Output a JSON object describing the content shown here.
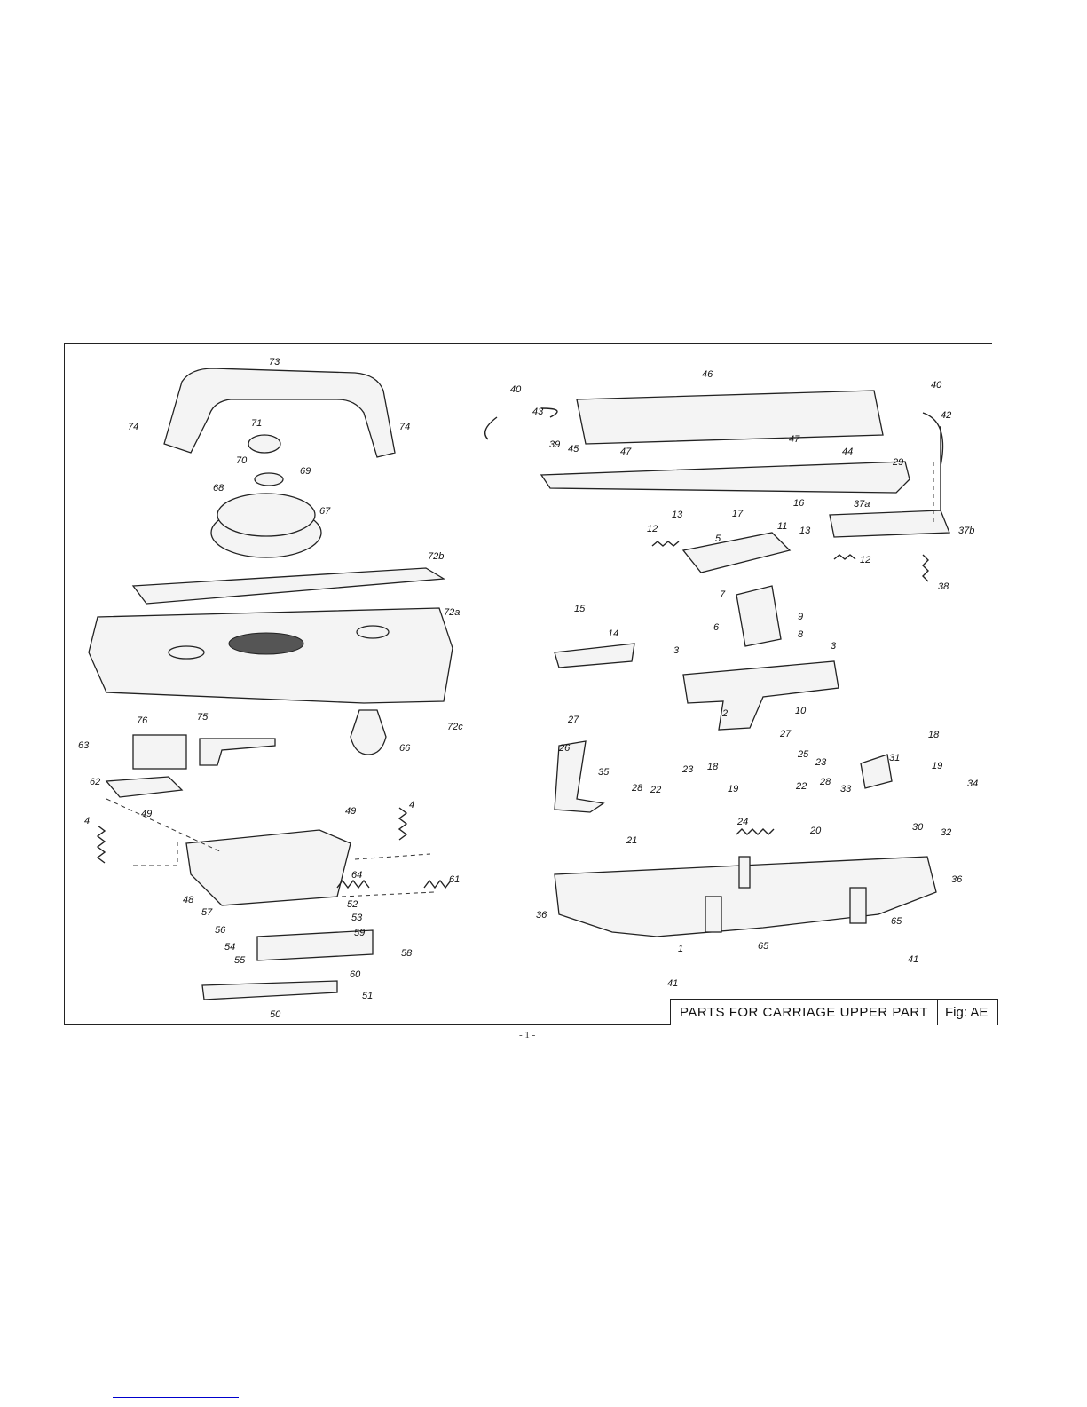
{
  "title": "PARTS FOR CARRIAGE UPPER PART",
  "figure": "Fig: AE",
  "page_number": "- 1 -",
  "callouts": [
    "73",
    "74",
    "74",
    "71",
    "70",
    "69",
    "68",
    "67",
    "72b",
    "72a",
    "66",
    "72c",
    "76",
    "75",
    "63",
    "62",
    "49",
    "4",
    "49",
    "4",
    "64",
    "61",
    "48",
    "57",
    "52",
    "56",
    "53",
    "54",
    "59",
    "55",
    "58",
    "60",
    "51",
    "50",
    "40",
    "43",
    "39",
    "46",
    "45",
    "47",
    "47",
    "44",
    "40",
    "42",
    "29",
    "17",
    "16",
    "37a",
    "37b",
    "13",
    "11",
    "13",
    "12",
    "5",
    "12",
    "38",
    "7",
    "9",
    "15",
    "14",
    "6",
    "8",
    "3",
    "3",
    "2",
    "10",
    "27",
    "26",
    "27",
    "18",
    "19",
    "18",
    "25",
    "23",
    "23",
    "31",
    "35",
    "28",
    "22",
    "19",
    "28",
    "22",
    "33",
    "34",
    "24",
    "20",
    "30",
    "32",
    "21",
    "36",
    "36",
    "65",
    "65",
    "1",
    "41",
    "41"
  ]
}
